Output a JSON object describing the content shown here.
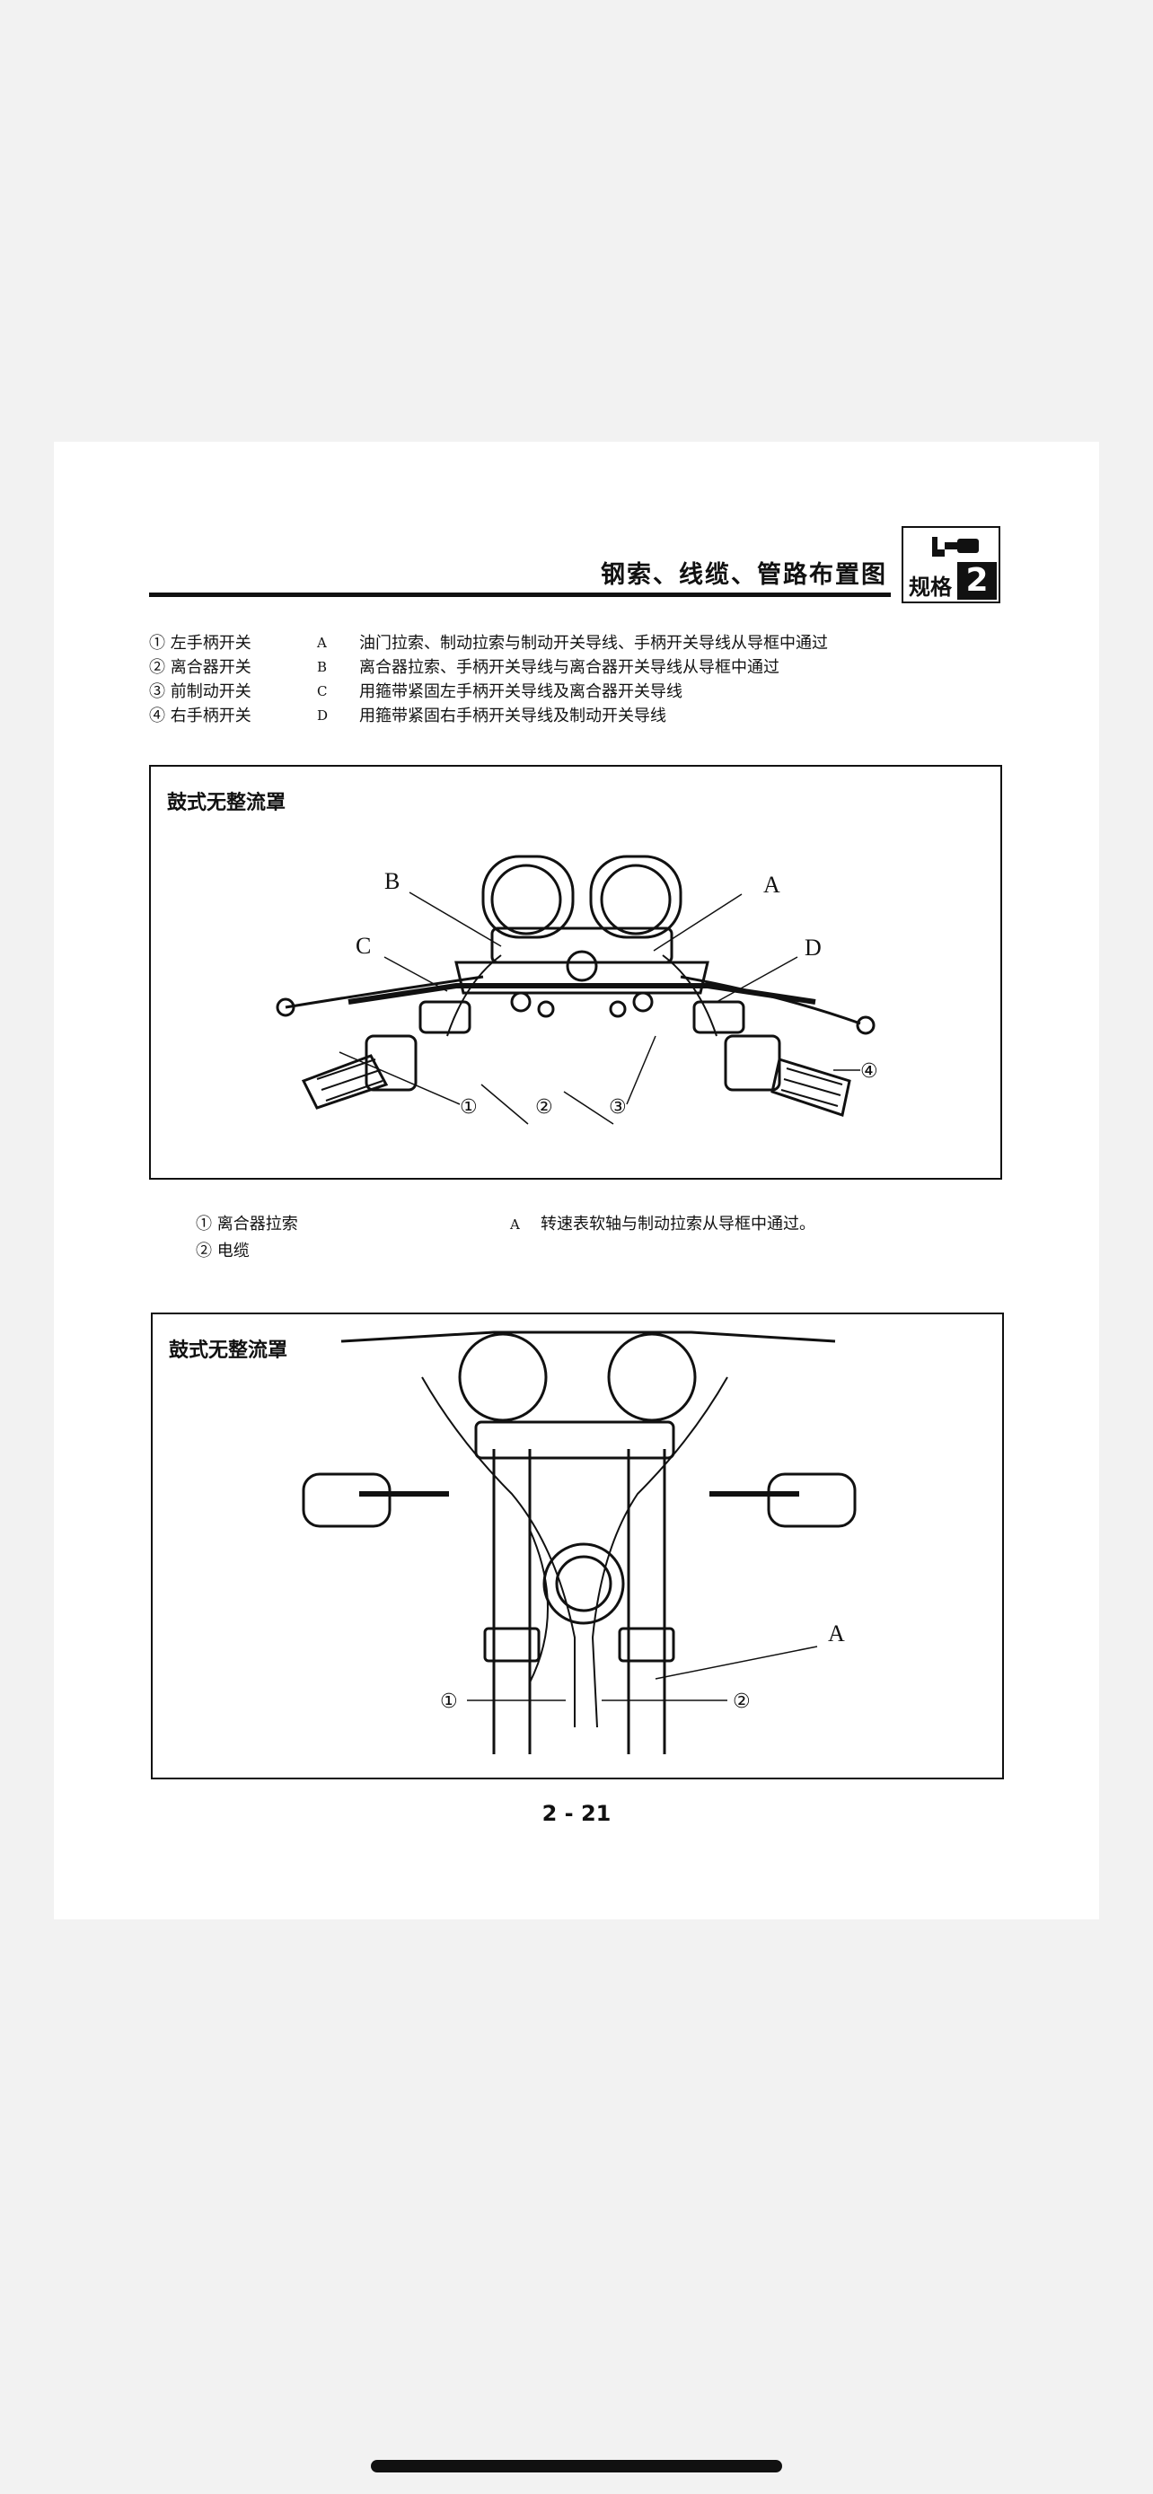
{
  "header": {
    "title": "钢索、线缆、管路布置图",
    "badge_label": "规格",
    "badge_number": "2"
  },
  "legend": [
    {
      "num_item": "① 左手柄开关",
      "letter": "A",
      "desc": "油门拉索、制动拉索与制动开关导线、手柄开关导线从导框中通过"
    },
    {
      "num_item": "② 离合器开关",
      "letter": "B",
      "desc": "离合器拉索、手柄开关导线与离合器开关导线从导框中通过"
    },
    {
      "num_item": "③ 前制动开关",
      "letter": "C",
      "desc": "用箍带紧固左手柄开关导线及离合器开关导线"
    },
    {
      "num_item": "④ 右手柄开关",
      "letter": "D",
      "desc": "用箍带紧固右手柄开关导线及制动开关导线"
    }
  ],
  "figure1": {
    "title": "鼓式无整流罩",
    "labels": {
      "A": "A",
      "B": "B",
      "C": "C",
      "D": "D",
      "n1": "①",
      "n2": "②",
      "n3": "③",
      "n4": "④"
    }
  },
  "legend2": [
    {
      "num_item": "① 离合器拉索",
      "letter": "A",
      "desc": "转速表软轴与制动拉索从导框中通过。"
    },
    {
      "num_item": "② 电缆",
      "letter": "",
      "desc": ""
    }
  ],
  "figure2": {
    "title": "鼓式无整流罩",
    "labels": {
      "A": "A",
      "n1": "①",
      "n2": "②"
    }
  },
  "page_number": "2 - 21",
  "icons": {
    "badge": "micrometer-icon"
  }
}
